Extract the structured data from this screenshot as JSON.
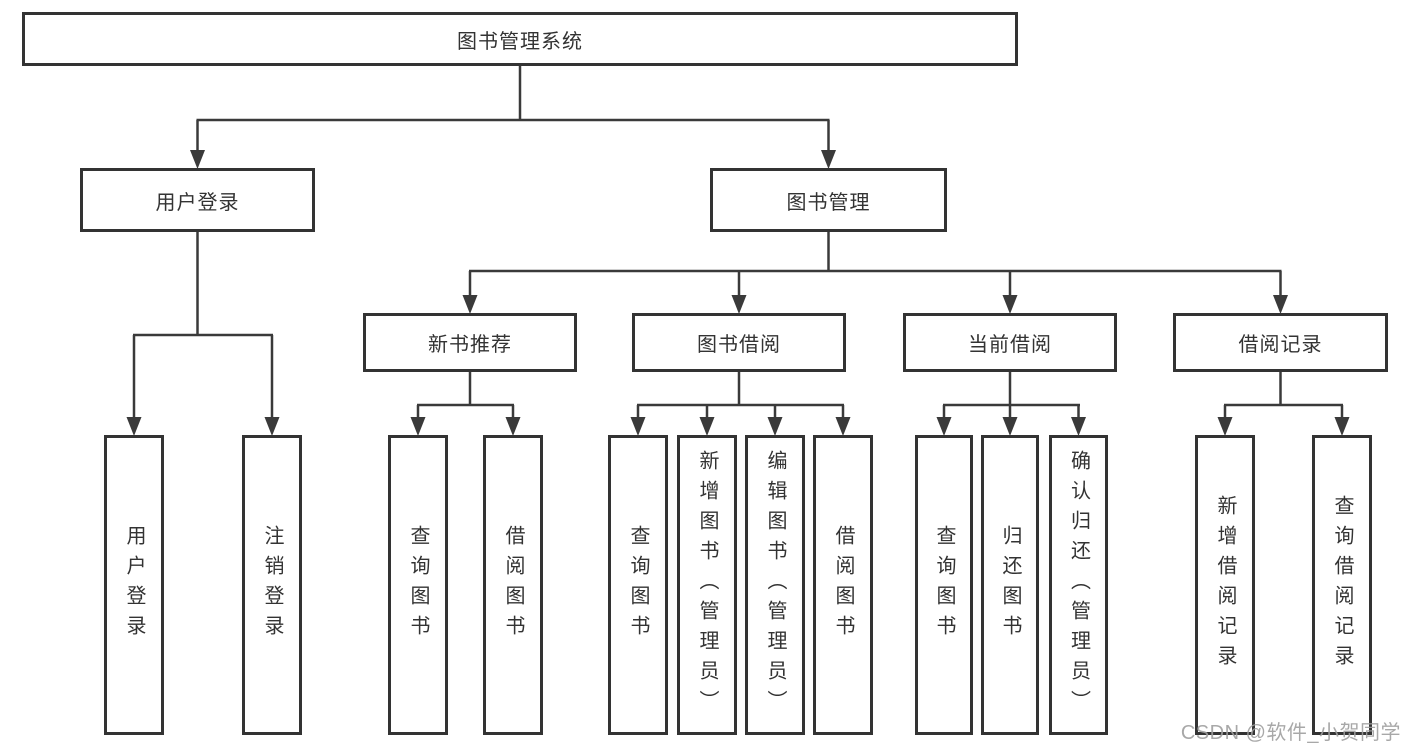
{
  "diagram": {
    "root": {
      "label": "图书管理系统"
    },
    "level2": [
      {
        "label": "用户登录",
        "parent": "图书管理系统"
      },
      {
        "label": "图书管理",
        "parent": "图书管理系统"
      }
    ],
    "level3": [
      {
        "label": "新书推荐",
        "parent": "图书管理"
      },
      {
        "label": "图书借阅",
        "parent": "图书管理"
      },
      {
        "label": "当前借阅",
        "parent": "图书管理"
      },
      {
        "label": "借阅记录",
        "parent": "图书管理"
      }
    ],
    "leaves": [
      {
        "label": "用户登录",
        "parent": "用户登录"
      },
      {
        "label": "注销登录",
        "parent": "用户登录"
      },
      {
        "label": "查询图书",
        "parent": "新书推荐"
      },
      {
        "label": "借阅图书",
        "parent": "新书推荐"
      },
      {
        "label": "查询图书",
        "parent": "图书借阅"
      },
      {
        "label": "新增图书（管理员）",
        "parent": "图书借阅"
      },
      {
        "label": "编辑图书（管理员）",
        "parent": "图书借阅"
      },
      {
        "label": "借阅图书",
        "parent": "图书借阅"
      },
      {
        "label": "查询图书",
        "parent": "当前借阅"
      },
      {
        "label": "归还图书",
        "parent": "当前借阅"
      },
      {
        "label": "确认归还（管理员）",
        "parent": "当前借阅"
      },
      {
        "label": "新增借阅记录",
        "parent": "借阅记录"
      },
      {
        "label": "查询借阅记录",
        "parent": "借阅记录"
      }
    ]
  },
  "watermark": {
    "text": "CSDN @软件_小贺同学"
  },
  "colors": {
    "line": "#3a3a3a",
    "border": "#333333",
    "text": "#333333",
    "watermark": "#9e9e9e",
    "background": "#ffffff"
  }
}
